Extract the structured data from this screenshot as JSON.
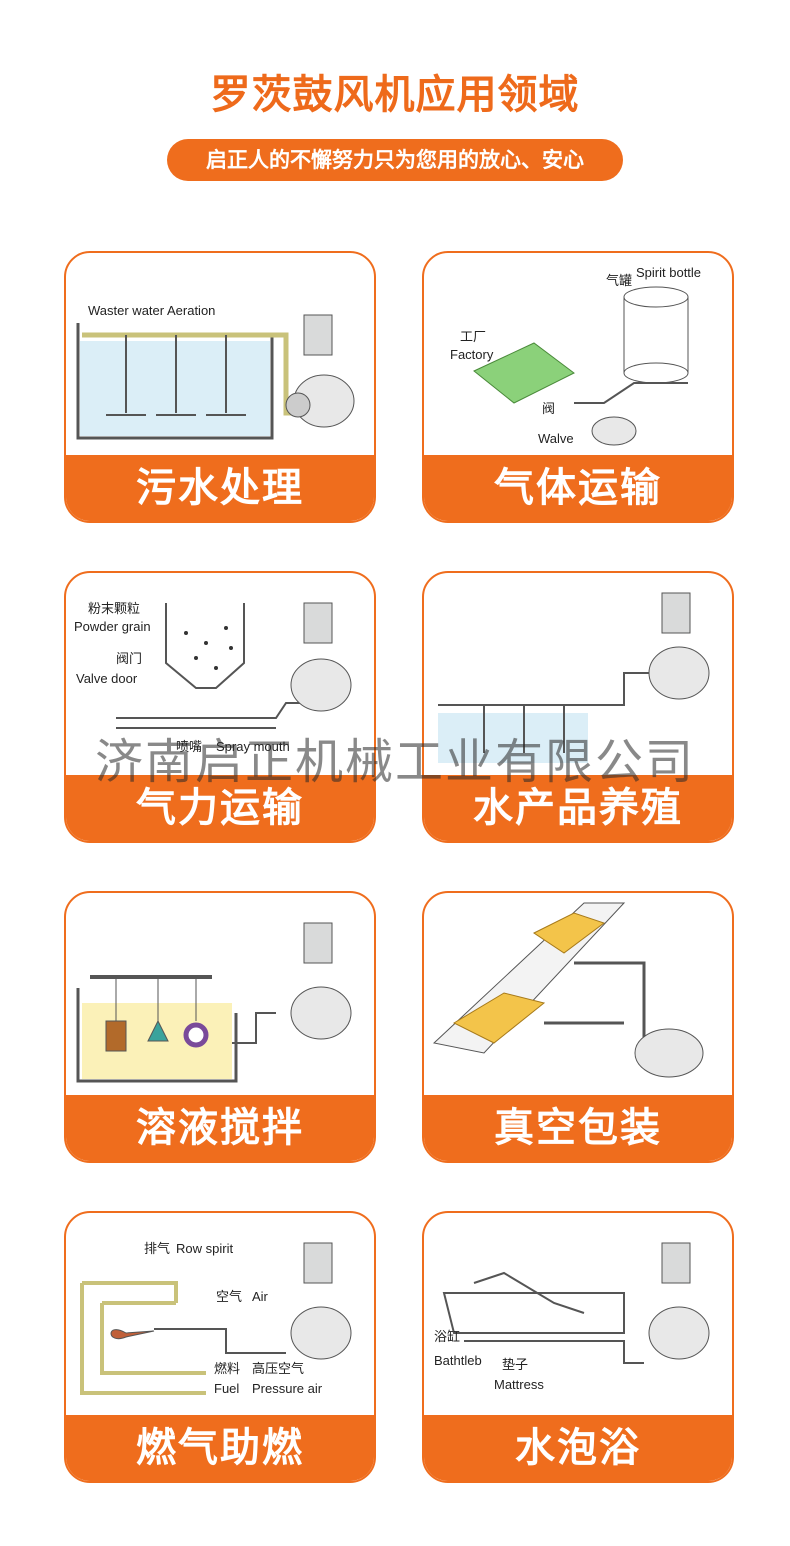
{
  "title": "罗茨鼓风机应用领域",
  "subtitle": "启正人的不懈努力只为您用的放心、安心",
  "watermark": "济南启正机械工业有限公司",
  "cards": [
    {
      "label": "污水处理",
      "captions": [
        "Waster water Aeration"
      ]
    },
    {
      "label": "气体运输",
      "captions": [
        "气罐",
        "Spirit bottle",
        "工厂",
        "Factory",
        "阀",
        "Walve"
      ]
    },
    {
      "label": "气力运输",
      "captions": [
        "粉末颗粒",
        "Powder grain",
        "阀门",
        "Valve door",
        "喷嘴",
        "Spray mouth"
      ]
    },
    {
      "label": "水产品养殖",
      "captions": []
    },
    {
      "label": "溶液搅拌",
      "captions": []
    },
    {
      "label": "真空包装",
      "captions": []
    },
    {
      "label": "燃气助燃",
      "captions": [
        "排气",
        "Row spirit",
        "空气",
        "Air",
        "燃料",
        "Fuel",
        "高压空气",
        "Pressure air"
      ]
    },
    {
      "label": "水泡浴",
      "captions": [
        "浴缸",
        "Bathtleb",
        "垫子",
        "Mattress"
      ]
    }
  ],
  "colors": {
    "accent": "#ef6d1d",
    "title": "#ee6a1b"
  }
}
